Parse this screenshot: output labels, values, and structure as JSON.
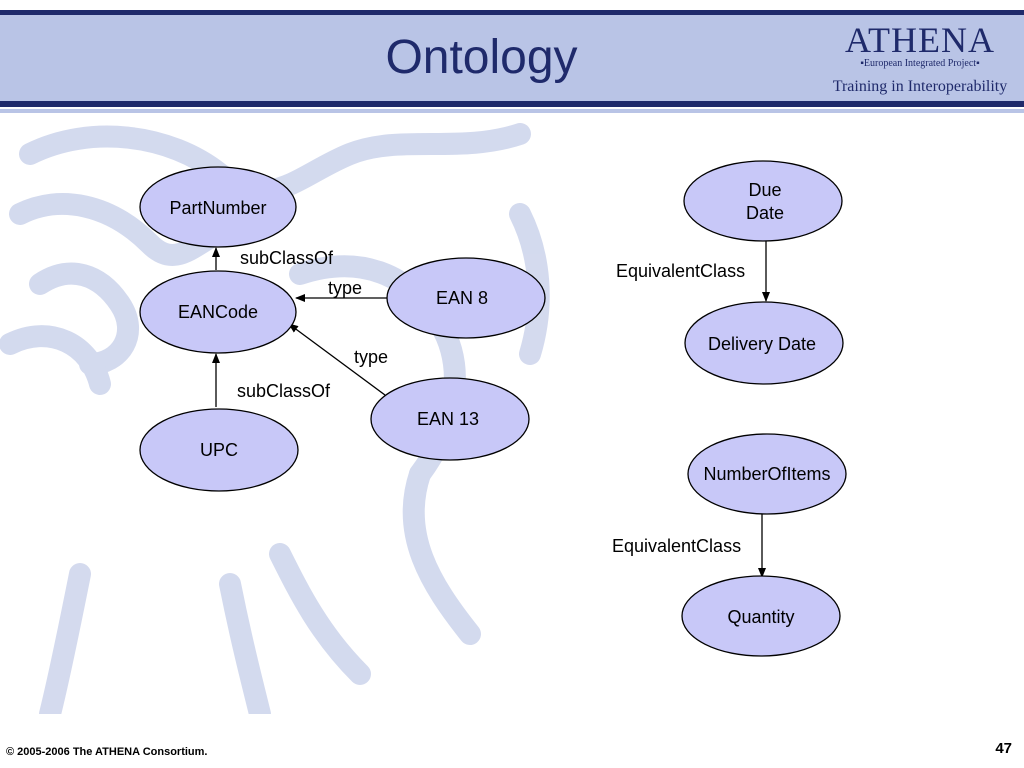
{
  "slide": {
    "title": "Ontology",
    "page_number": "47",
    "copyright": "© 2005-2006 The ATHENA Consortium."
  },
  "logo": {
    "name": "ATHENA",
    "project": "▪European Integrated Project▪",
    "tagline": "Training in Interoperability"
  },
  "diagram": {
    "nodes": [
      {
        "id": "partnumber",
        "label": "PartNumber"
      },
      {
        "id": "eancode",
        "label": "EANCode"
      },
      {
        "id": "upc",
        "label": "UPC"
      },
      {
        "id": "ean8",
        "label": "EAN 8"
      },
      {
        "id": "ean13",
        "label": "EAN 13"
      },
      {
        "id": "duedate",
        "label": [
          "Due",
          "Date"
        ]
      },
      {
        "id": "deliverydate",
        "label": "Delivery Date"
      },
      {
        "id": "numberofitems",
        "label": "NumberOfItems"
      },
      {
        "id": "quantity",
        "label": "Quantity"
      }
    ],
    "edges": [
      {
        "from": "eancode",
        "to": "partnumber",
        "label": "subClassOf"
      },
      {
        "from": "ean8",
        "to": "eancode",
        "label": "type"
      },
      {
        "from": "ean13",
        "to": "eancode",
        "label": "type"
      },
      {
        "from": "upc",
        "to": "eancode",
        "label": "subClassOf"
      },
      {
        "from": "duedate",
        "to": "deliverydate",
        "label": "EquivalentClass"
      },
      {
        "from": "numberofitems",
        "to": "quantity",
        "label": "EquivalentClass"
      }
    ]
  }
}
